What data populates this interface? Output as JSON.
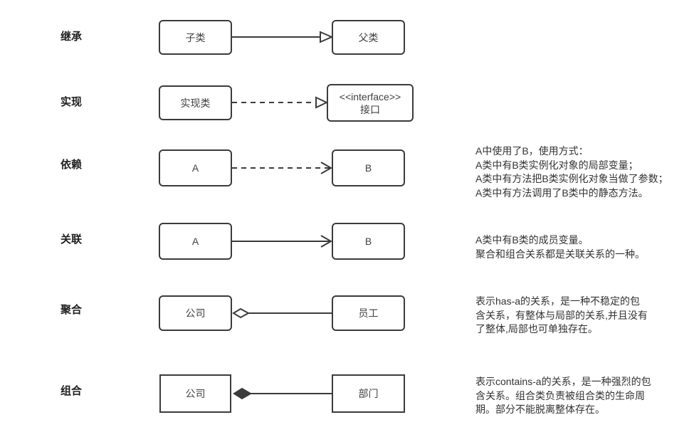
{
  "colors": {
    "line": "#3b3b3b",
    "box_border": "#3b3b3b",
    "box_text": "#404040",
    "label_text": "#1f1f1f",
    "note_text": "#333333",
    "background": "#ffffff"
  },
  "rows": [
    {
      "label": "继承",
      "left_box": "子类",
      "right_box": "父类",
      "connector": "solid line with hollow triangle arrowhead",
      "note": ""
    },
    {
      "label": "实现",
      "left_box": "实现类",
      "right_box": "<<interface>>\n接口",
      "connector": "dashed line with hollow triangle arrowhead",
      "note": ""
    },
    {
      "label": "依赖",
      "left_box": "A",
      "right_box": "B",
      "connector": "dashed line with open arrowhead",
      "note": "A中使用了B，使用方式：\nA类中有B类实例化对象的局部变量；\nA类中有方法把B类实例化对象当做了参数；\nA类中有方法调用了B类中的静态方法。"
    },
    {
      "label": "关联",
      "left_box": "A",
      "right_box": "B",
      "connector": "solid line with open arrowhead",
      "note": " A类中有B类的成员变量。\n聚合和组合关系都是关联关系的一种。"
    },
    {
      "label": "聚合",
      "left_box": "公司",
      "right_box": "员工",
      "connector": "solid line with hollow diamond at whole side",
      "note": "表示has-a的关系，是一种不稳定的包\n含关系，有整体与局部的关系,并且没有\n了整体,局部也可单独存在。"
    },
    {
      "label": "组合",
      "left_box": "公司",
      "right_box": "部门",
      "connector": "solid line with filled diamond at whole side",
      "note": "表示contains-a的关系，是一种强烈的包\n含关系。组合类负责被组合类的生命周\n期。部分不能脱离整体存在。"
    }
  ]
}
